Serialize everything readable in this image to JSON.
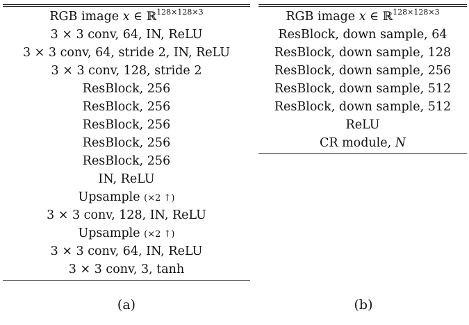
{
  "table_a": {
    "input": {
      "prefix": "RGB image ",
      "var": "x",
      "mid": " ∈ ℝ",
      "sup": "128×128×3"
    },
    "rows": [
      {
        "main": "3 × 3 conv, 64, IN, ReLU",
        "small": ""
      },
      {
        "main": "3 × 3 conv, 64, stride 2, IN, ReLU",
        "small": ""
      },
      {
        "main": "3 × 3 conv, 128, stride 2",
        "small": ""
      },
      {
        "main": "ResBlock, 256",
        "small": ""
      },
      {
        "main": "ResBlock, 256",
        "small": ""
      },
      {
        "main": "ResBlock, 256",
        "small": ""
      },
      {
        "main": "ResBlock, 256",
        "small": ""
      },
      {
        "main": "ResBlock, 256",
        "small": ""
      },
      {
        "main": "IN, ReLU",
        "small": ""
      },
      {
        "main": "Upsample ",
        "small": "(×2 ↑)"
      },
      {
        "main": "3 × 3 conv, 128, IN, ReLU",
        "small": ""
      },
      {
        "main": "Upsample ",
        "small": "(×2 ↑)"
      },
      {
        "main": "3 × 3 conv, 64, IN, ReLU",
        "small": ""
      },
      {
        "main": "3 × 3 conv, 3, tanh",
        "small": ""
      }
    ],
    "caption": "(a)"
  },
  "table_b": {
    "input": {
      "prefix": "RGB image ",
      "var": "x",
      "mid": " ∈ ℝ",
      "sup": "128×128×3"
    },
    "rows": [
      {
        "main": "ResBlock, down sample, 64"
      },
      {
        "main": "ResBlock, down sample, 128"
      },
      {
        "main": "ResBlock, down sample, 256"
      },
      {
        "main": "ResBlock, down sample, 512"
      },
      {
        "main": "ResBlock, down sample, 512"
      },
      {
        "main": "ReLU"
      },
      {
        "main": "CR module, ",
        "var": "N"
      }
    ],
    "caption": "(b)"
  }
}
